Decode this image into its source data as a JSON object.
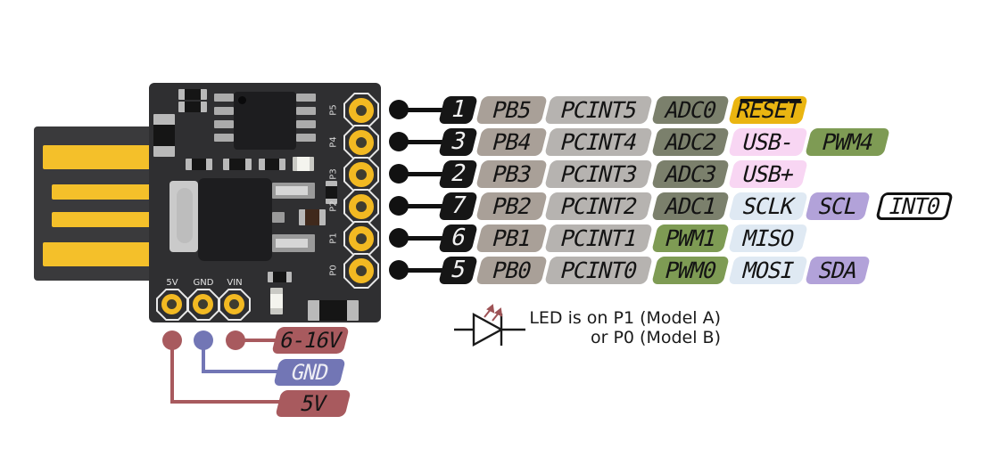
{
  "colors": {
    "port": "#a9a098",
    "pcint": "#b6b3b0",
    "adc": "#7b806c",
    "pwm": "#7e9b54",
    "reset": "#eab511",
    "usb": "#f8d6f3",
    "spi": "#dfe9f3",
    "i2c": "#b2a2d9",
    "int": "#ffffff",
    "pin_number": "#161616",
    "wire": "#111111",
    "power_red": "#a85a5e",
    "power_blue": "#7276b5",
    "gold": "#f2b922",
    "board": "#2f2f31",
    "led_arrow": "#9e5356"
  },
  "board": {
    "right_pins": [
      "P5",
      "P4",
      "P3",
      "P2",
      "P1",
      "P0"
    ],
    "bottom_pins": [
      "5V",
      "GND",
      "VIN"
    ]
  },
  "pin_rows": [
    {
      "pin_number": "1",
      "cells": [
        {
          "text": "PB5",
          "type": "port"
        },
        {
          "text": "PCINT5",
          "type": "pcint"
        },
        {
          "text": "ADC0",
          "type": "adc"
        },
        {
          "text": "RESET",
          "type": "reset",
          "overline": true
        }
      ]
    },
    {
      "pin_number": "3",
      "cells": [
        {
          "text": "PB4",
          "type": "port"
        },
        {
          "text": "PCINT4",
          "type": "pcint"
        },
        {
          "text": "ADC2",
          "type": "adc"
        },
        {
          "text": "USB-",
          "type": "usb"
        },
        {
          "text": "PWM4",
          "type": "pwm"
        }
      ]
    },
    {
      "pin_number": "2",
      "cells": [
        {
          "text": "PB3",
          "type": "port"
        },
        {
          "text": "PCINT3",
          "type": "pcint"
        },
        {
          "text": "ADC3",
          "type": "adc"
        },
        {
          "text": "USB+",
          "type": "usb"
        }
      ]
    },
    {
      "pin_number": "7",
      "cells": [
        {
          "text": "PB2",
          "type": "port"
        },
        {
          "text": "PCINT2",
          "type": "pcint"
        },
        {
          "text": "ADC1",
          "type": "adc"
        },
        {
          "text": "SCLK",
          "type": "spi"
        },
        {
          "text": "SCL",
          "type": "i2c"
        },
        {
          "text": "INT0",
          "type": "int"
        }
      ]
    },
    {
      "pin_number": "6",
      "cells": [
        {
          "text": "PB1",
          "type": "port"
        },
        {
          "text": "PCINT1",
          "type": "pcint"
        },
        {
          "text": "PWM1",
          "type": "pwm"
        },
        {
          "text": "MISO",
          "type": "spi"
        }
      ]
    },
    {
      "pin_number": "5",
      "cells": [
        {
          "text": "PB0",
          "type": "port"
        },
        {
          "text": "PCINT0",
          "type": "pcint"
        },
        {
          "text": "PWM0",
          "type": "pwm"
        },
        {
          "text": "MOSI",
          "type": "spi"
        },
        {
          "text": "SDA",
          "type": "i2c"
        }
      ]
    }
  ],
  "power": {
    "vin": "6-16V",
    "gnd": "GND",
    "v5": "5V"
  },
  "note": {
    "line1": "LED is on P1 (Model A)",
    "line2": "or P0 (Model B)"
  }
}
